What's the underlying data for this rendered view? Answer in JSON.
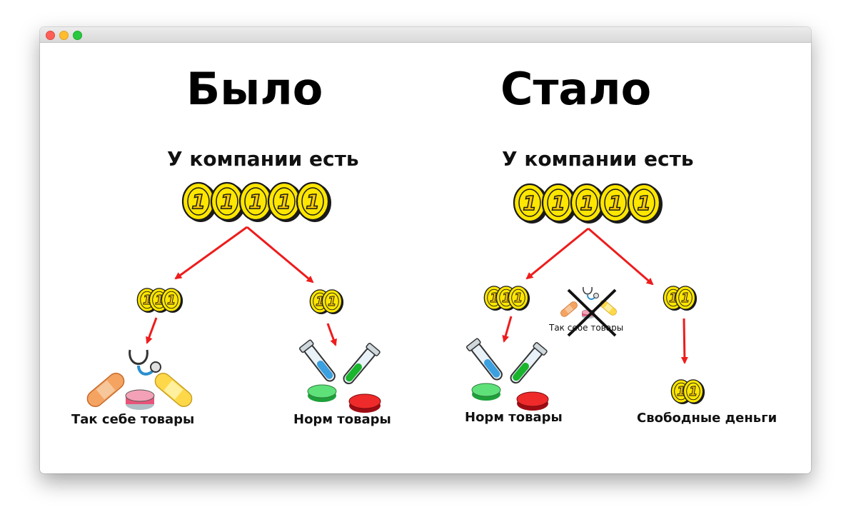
{
  "window": {
    "traffic_lights": [
      "close",
      "minimize",
      "zoom"
    ]
  },
  "before": {
    "title": "Было",
    "subtitle": "У компании есть",
    "coin_label": "1",
    "total_coins": 5,
    "left_coins": 3,
    "right_coins": 2,
    "left_label": "Так себе товары",
    "right_label": "Норм товары"
  },
  "after": {
    "title": "Стало",
    "subtitle": "У компании есть",
    "coin_label": "1",
    "total_coins": 5,
    "left_coins": 3,
    "right_coins": 2,
    "left_label": "Норм товары",
    "crossed_label": "Так себе товары",
    "right_label": "Свободные деньги",
    "result_coins": 2
  },
  "colors": {
    "coin_fill": "#ffe600",
    "coin_outline": "#1a1a1a",
    "arrow": "#ee1c1c"
  },
  "icons": [
    "coin-icon",
    "bandage-icon",
    "stethoscope-icon",
    "petri-dish-icon",
    "test-tube-icon",
    "cross-mark-icon"
  ]
}
